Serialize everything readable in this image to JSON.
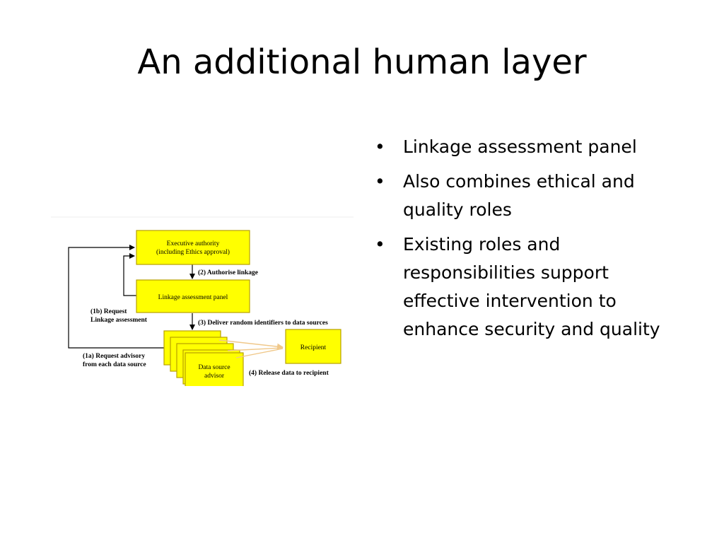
{
  "title": "An additional human layer",
  "bullet_symbol": "•",
  "bullets": [
    "Linkage assessment panel",
    "Also combines ethical and quality roles",
    "Existing roles and responsibilities support effective intervention to enhance security and quality"
  ],
  "diagram": {
    "executive_line1": "Executive authority",
    "executive_line2": "(including Ethics approval)",
    "panel": "Linkage assessment panel",
    "recipient": "Recipient",
    "advisor_line1": "Data source",
    "advisor_line2": "advisor",
    "step2": "(2) Authorise linkage",
    "step1b_line1": "(1b) Request",
    "step1b_line2": "Linkage assessment",
    "step3": "(3) Deliver random identifiers to data sources",
    "step1a_line1": "(1a) Request advisory",
    "step1a_line2": "from each data source",
    "step4": "(4) Release data to recipient",
    "colors": {
      "box_fill": "#ffff00",
      "box_stroke": "#b8a000",
      "arrow": "#000000",
      "release_arrow": "#f0c88a"
    }
  }
}
